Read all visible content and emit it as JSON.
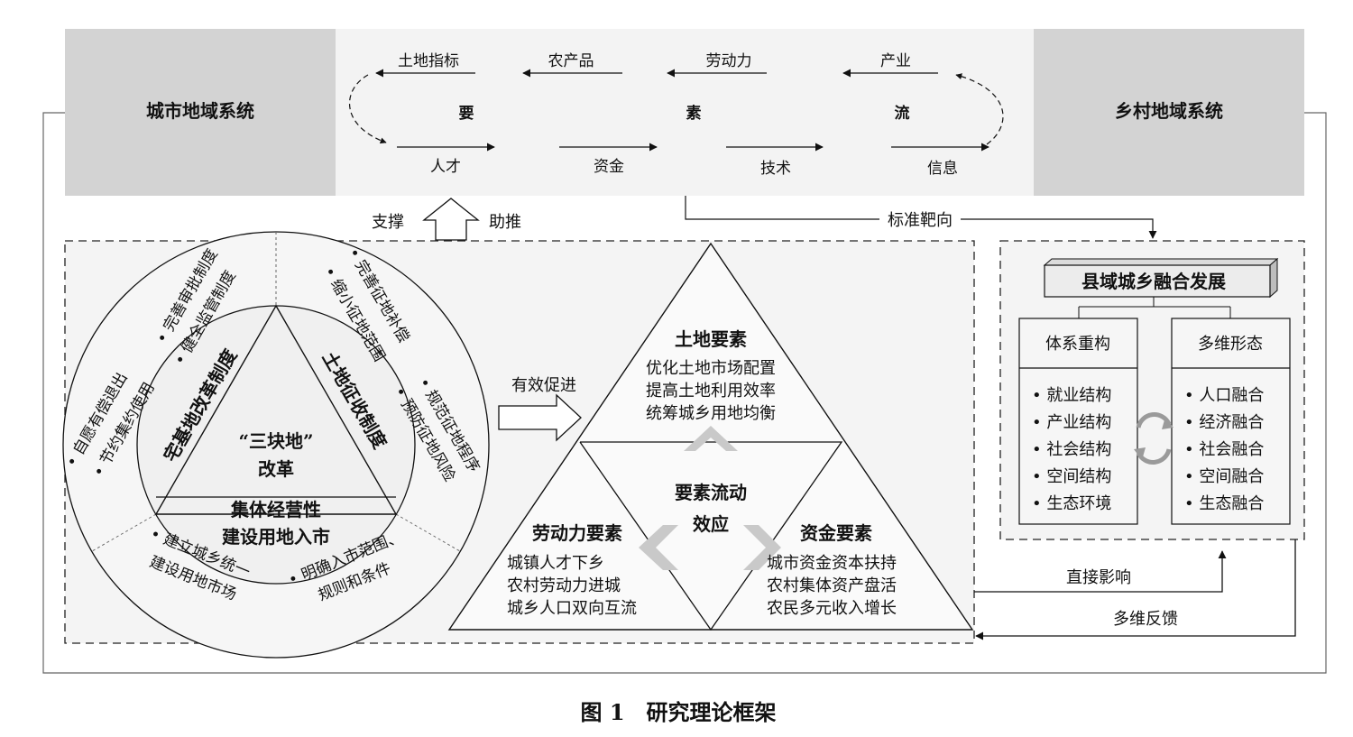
{
  "top": {
    "city_system": "城市地域系统",
    "rural_system": "乡村地域系统",
    "flows_left": [
      "土地指标",
      "农产品",
      "劳动力",
      "产业"
    ],
    "flows_right": [
      "人才",
      "资金",
      "技术",
      "信息"
    ],
    "center_chars": [
      "要",
      "素",
      "流"
    ]
  },
  "connectors": {
    "support": "支撑",
    "push": "助推",
    "standard": "标准靶向",
    "effective": "有效促进",
    "direct": "直接影响",
    "feedback": "多维反馈"
  },
  "circle": {
    "center_line1": "“三块地”",
    "center_line2": "改革",
    "left_label": "宅基地改革制度",
    "right_label": "土地征收制度",
    "bottom_line1": "集体经营性",
    "bottom_line2": "建设用地入市",
    "homestead_items": [
      "• 完善审批制度",
      "• 健全监管制度",
      "• 自愿有偿退出",
      "• 节约集约使用"
    ],
    "expropriation_items": [
      "• 完善征地补偿",
      "• 缩小征地范围",
      "• 规范征地程序",
      "• 预防征地风险"
    ],
    "market_items": [
      "• 建立城乡统一",
      "建设用地市场",
      "• 明确入市范围、",
      "规则和条件"
    ]
  },
  "triangle": {
    "land_title": "土地要素",
    "land_items": [
      "优化土地市场配置",
      "提高土地利用效率",
      "统筹城乡用地均衡"
    ],
    "center_line1": "要素流动",
    "center_line2": "效应",
    "labor_title": "劳动力要素",
    "labor_items": [
      "城镇人才下乡",
      "农村劳动力进城",
      "城乡人口双向互流"
    ],
    "capital_title": "资金要素",
    "capital_items": [
      "城市资金资本扶持",
      "农村集体资产盘活",
      "农民多元收入增长"
    ]
  },
  "right_panel": {
    "title": "县域城乡融合发展",
    "col1_header": "体系重构",
    "col1_items": [
      "• 就业结构",
      "• 产业结构",
      "• 社会结构",
      "• 空间结构",
      "• 生态环境"
    ],
    "col2_header": "多维形态",
    "col2_items": [
      "• 人口融合",
      "• 经济融合",
      "• 社会融合",
      "• 空间融合",
      "• 生态融合"
    ]
  },
  "caption": "图 1　研究理论框架"
}
